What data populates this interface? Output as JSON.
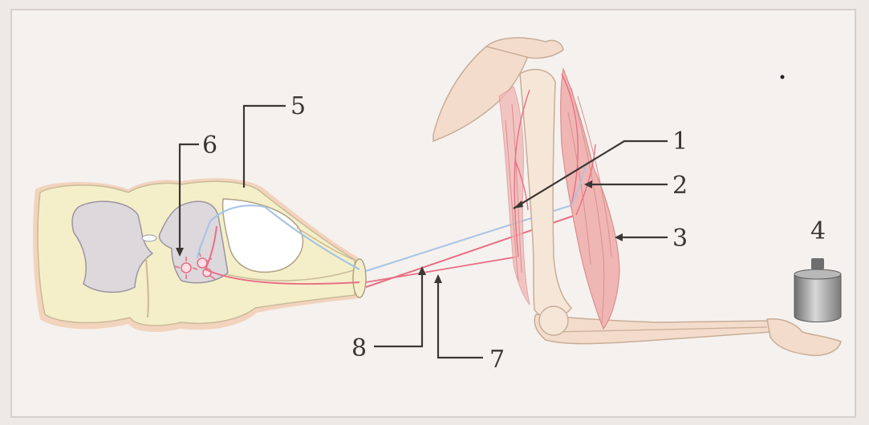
{
  "labels": {
    "l1": "1",
    "l2": "2",
    "l3": "3",
    "l4": "4",
    "l5": "5",
    "l6": "6",
    "l7": "7",
    "l8": "8"
  },
  "colors": {
    "background": "#efe9e6",
    "frame": "#f5f1ee",
    "white_matter": "#f5efc9",
    "gray_matter": "#dcd8dc",
    "bone": "#f3dccb",
    "muscle": "#f0b6b4",
    "motor_fiber": "#e86f86",
    "sensory_fiber": "#a9c4e4",
    "weight": "#8a8a8a",
    "leader_line": "#3b3734"
  }
}
